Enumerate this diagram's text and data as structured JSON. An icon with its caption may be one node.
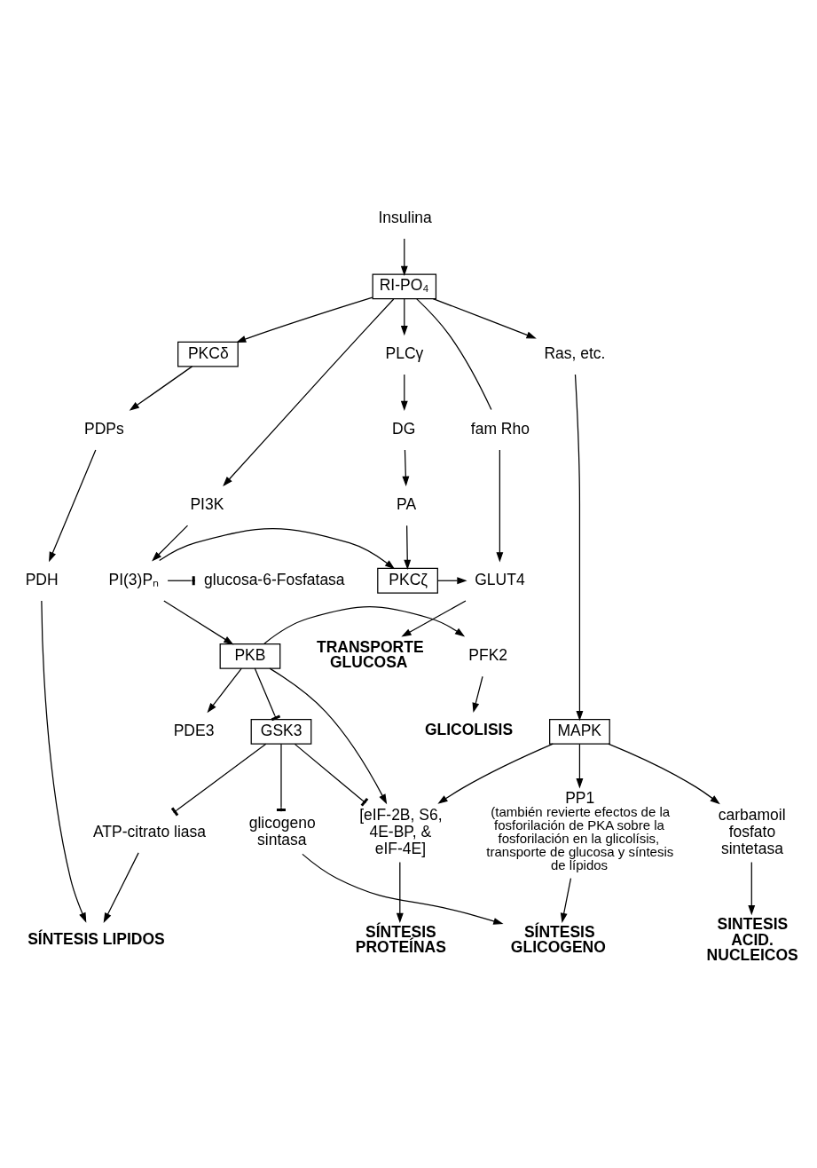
{
  "diagram": {
    "nodes": [
      {
        "text": [
          "Insulina"
        ]
      },
      {
        "text": [
          "RI-PO₄"
        ]
      },
      {
        "text": [
          "fam Rho"
        ]
      },
      {
        "text": [
          "PLCγ"
        ]
      },
      {
        "text": [
          "PI3K"
        ]
      },
      {
        "text": [
          "Ras, etc."
        ]
      },
      {
        "text": [
          "DG"
        ]
      },
      {
        "text": [
          "PA"
        ]
      },
      {
        "text": [
          "GLUT4"
        ]
      },
      {
        "text": [
          "PKCζ"
        ]
      },
      {
        "text": [
          "PI(3)Pₙ"
        ]
      },
      {
        "text": [
          "glucosa-6-Fosfatasa"
        ]
      },
      {
        "text": [
          "TRANSPORTE GLUCOSA"
        ]
      },
      {
        "text": [
          "PDE3"
        ]
      },
      {
        "text": [
          "SINTESIS ACID. NUCLEICOS"
        ]
      },
      {
        "text": [
          "PFK2"
        ]
      },
      {
        "text": [
          "PKB"
        ]
      },
      {
        "text": [
          "carbamoil fosfato sintetasa"
        ]
      },
      {
        "text": [
          "MAPK"
        ]
      },
      {
        "text": [
          "PKCδ"
        ]
      },
      {
        "text": [
          "GLICOLISIS"
        ]
      },
      {
        "text": [
          "GSK3"
        ]
      },
      {
        "text": [
          "PDPs"
        ]
      },
      {
        "text": [
          "PDH"
        ]
      },
      {
        "text": [
          "ATP-citrato liasa"
        ]
      },
      {
        "text": [
          "glicogeno sintasa"
        ]
      },
      {
        "text": [
          "[eIF-2B, S6, 4E-BP, & eIF-4E]"
        ]
      },
      {
        "text": [
          "SÍNTESIS LIPIDOS"
        ]
      },
      {
        "text": [
          "SÍNTESIS GLICOGENO"
        ]
      },
      {
        "text": [
          "SÍNTESIS PROTEÍNAS"
        ]
      },
      {
        "text": [
          "PP1"
        ],
        "beside": [
          "(también revierte efectos de la fosforilación de PKA sobre la fosforilación en la glicolísis, transporte de glucosa y síntesis de lípidos"
        ]
      }
    ],
    "edges": [
      {
        "from": 0,
        "to": 1,
        "arrow": "to"
      },
      {
        "from": 1,
        "to": 19,
        "arrow": "to"
      },
      {
        "from": 1,
        "to": 2,
        "arrow": "none"
      },
      {
        "from": 1,
        "to": 3,
        "arrow": "to"
      },
      {
        "from": 1,
        "to": 4,
        "arrow": "to"
      },
      {
        "from": 1,
        "to": 5,
        "arrow": "to"
      },
      {
        "from": 3,
        "to": 6,
        "arrow": "to"
      },
      {
        "from": 6,
        "to": 7,
        "arrow": "to"
      },
      {
        "from": 7,
        "to": 9,
        "arrow": "to"
      },
      {
        "from": 2,
        "to": 8,
        "arrow": "to"
      },
      {
        "from": 9,
        "to": 8,
        "arrow": "to"
      },
      {
        "from": 10,
        "to": 9,
        "arrow": "to"
      },
      {
        "from": 10,
        "to": 11,
        "arrow": "other"
      },
      {
        "from": 4,
        "to": 10,
        "arrow": "to"
      },
      {
        "from": 8,
        "to": 12,
        "arrow": "to"
      },
      {
        "from": 10,
        "to": 16,
        "arrow": "to"
      },
      {
        "from": 16,
        "to": 13,
        "arrow": "to"
      },
      {
        "from": 16,
        "to": 15,
        "arrow": "to"
      },
      {
        "from": 15,
        "to": 20,
        "arrow": "to"
      },
      {
        "from": 16,
        "to": 21,
        "arrow": "other"
      },
      {
        "from": 16,
        "to": 26,
        "arrow": "to"
      },
      {
        "from": 17,
        "to": 14,
        "arrow": "to"
      },
      {
        "from": 18,
        "to": 17,
        "arrow": "to"
      },
      {
        "from": 5,
        "to": 18,
        "arrow": "to"
      },
      {
        "from": 18,
        "to": 26,
        "arrow": "to"
      },
      {
        "from": 18,
        "to": 30,
        "arrow": "to"
      },
      {
        "from": 19,
        "to": 22,
        "arrow": "to"
      },
      {
        "from": 22,
        "to": 23,
        "arrow": "to"
      },
      {
        "from": 21,
        "to": 24,
        "arrow": "other"
      },
      {
        "from": 21,
        "to": 25,
        "arrow": "other"
      },
      {
        "from": 21,
        "to": 26,
        "arrow": "other"
      },
      {
        "from": 23,
        "to": 27,
        "arrow": "to"
      },
      {
        "from": 24,
        "to": 27,
        "arrow": "to"
      },
      {
        "from": 25,
        "to": 28,
        "arrow": "to"
      },
      {
        "from": 26,
        "to": 29,
        "arrow": "to"
      },
      {
        "from": 30,
        "to": 28,
        "arrow": "to"
      }
    ]
  }
}
